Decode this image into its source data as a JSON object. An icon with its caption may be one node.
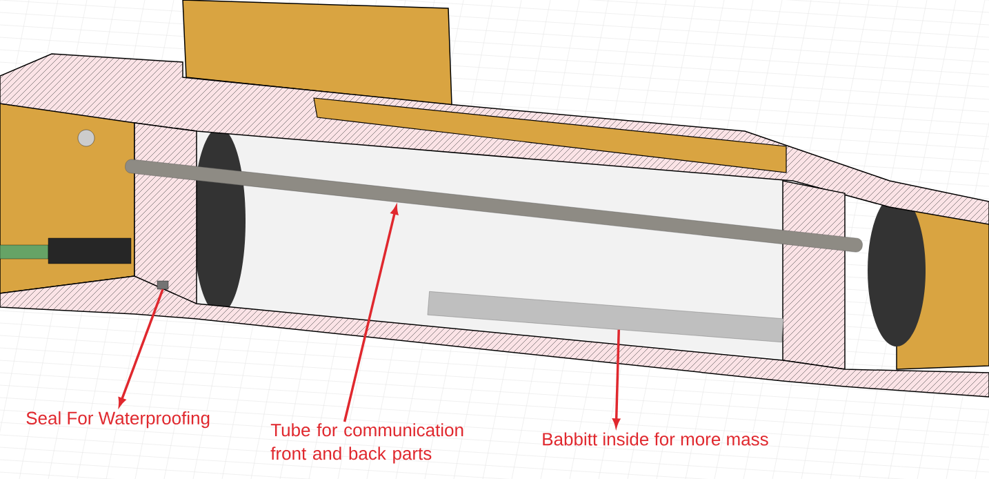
{
  "diagram": {
    "nodes": [
      {
        "text": [
          "Seal For Waterproofing"
        ]
      },
      {
        "text": [
          "Tube for communication front and back parts"
        ]
      },
      {
        "text": [
          "Babbitt inside for more mass"
        ]
      },
      {
        "text": [],
        "shape": "box"
      },
      {
        "text": [],
        "shape": "bar"
      },
      {
        "text": [],
        "shape": "box"
      }
    ],
    "edges": [
      {
        "from": 3,
        "to": 0,
        "arrow": "to"
      },
      {
        "from": 1,
        "to": 4,
        "arrow": "to"
      },
      {
        "from": 5,
        "to": 2,
        "arrow": "to"
      }
    ]
  }
}
